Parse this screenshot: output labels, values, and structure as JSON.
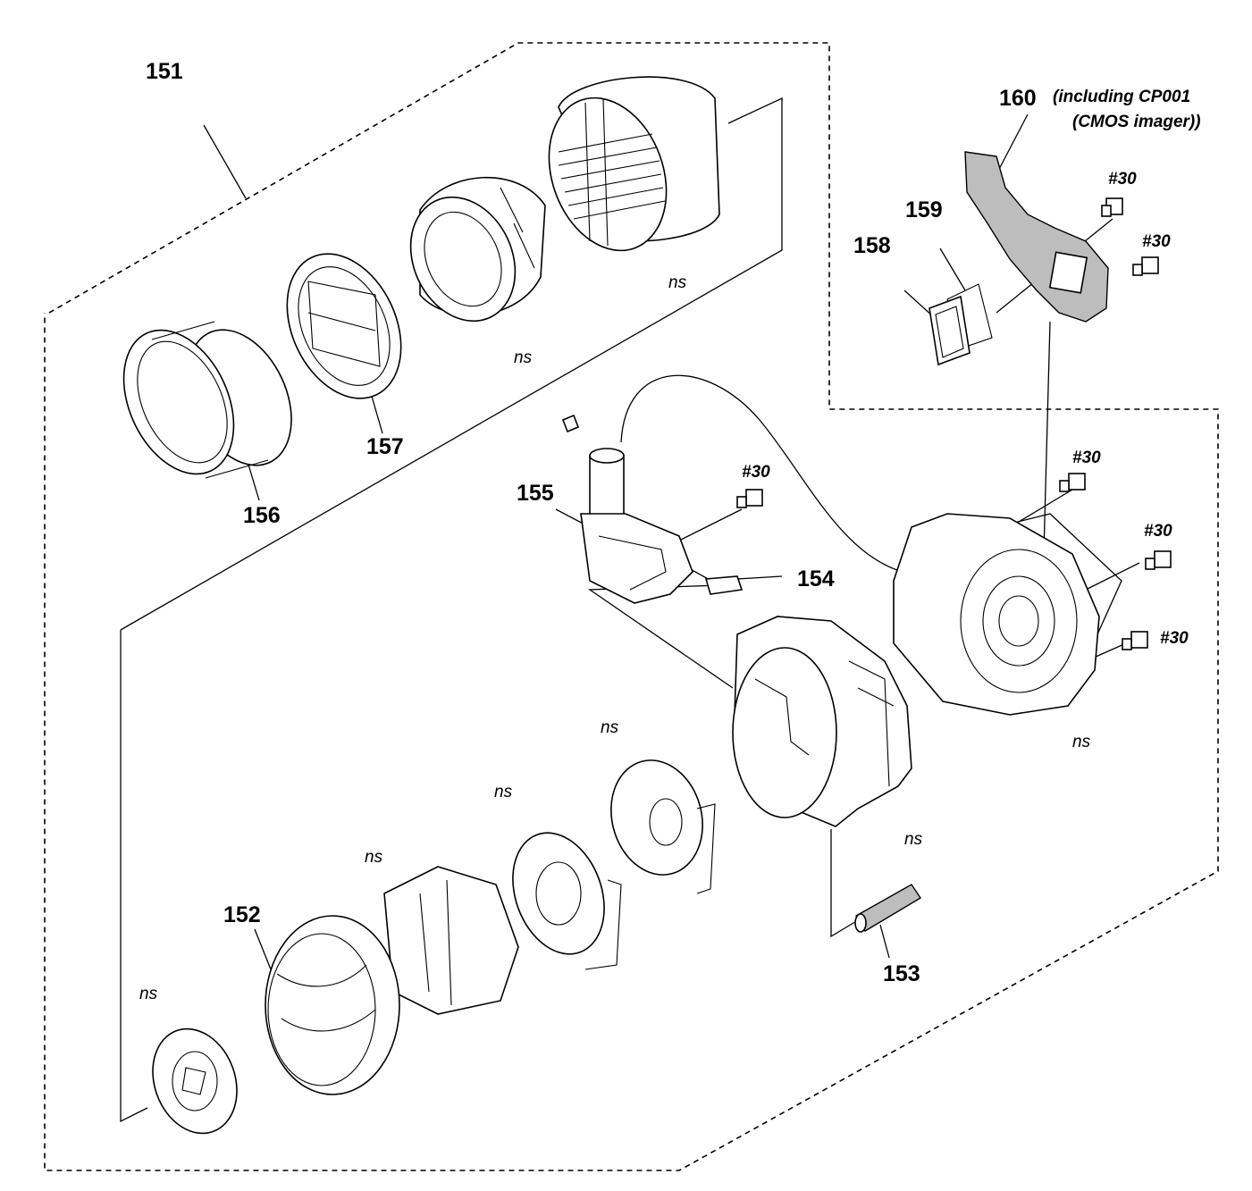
{
  "labels": {
    "p151": "151",
    "p152": "152",
    "p153": "153",
    "p154": "154",
    "p155": "155",
    "p156": "156",
    "p157": "157",
    "p158": "158",
    "p159": "159",
    "p160": "160",
    "p160_note_line1": "(including CP001",
    "p160_note_line2": "(CMOS imager))",
    "screw": "#30",
    "not_supplied": "ns"
  }
}
